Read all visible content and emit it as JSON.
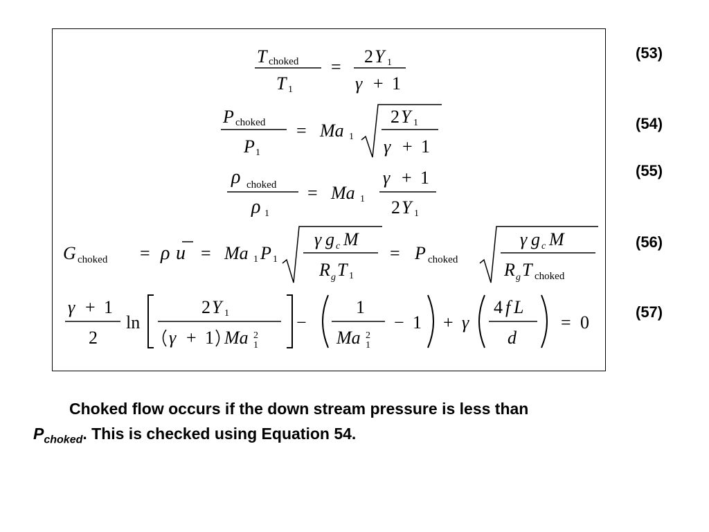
{
  "equations": [
    {
      "id": "53",
      "number_label": "(53)"
    },
    {
      "id": "54",
      "number_label": "(54)"
    },
    {
      "id": "55",
      "number_label": "(55)"
    },
    {
      "id": "56",
      "number_label": "(56)"
    },
    {
      "id": "57",
      "number_label": "(57)"
    }
  ],
  "symbols": {
    "choked": "choked",
    "T": "T",
    "P": "P",
    "rho": "ρ",
    "G": "G",
    "gamma": "γ",
    "one": "1",
    "two": "2",
    "four": "4",
    "zero": "0",
    "Ma": "Ma",
    "Y": "Y",
    "g": "g",
    "c": "c",
    "M": "M",
    "R": "R",
    "u": "u",
    "f": "f",
    "L": "L",
    "d": "d",
    "ln": "ln",
    "eq": "=",
    "plus": "+",
    "minus": "−"
  },
  "caption": {
    "line1": "Choked flow occurs if the down stream pressure is less than",
    "p_symbol": "P",
    "p_subscript": "choked",
    "line2_rest": ". This is checked using Equation 54."
  }
}
